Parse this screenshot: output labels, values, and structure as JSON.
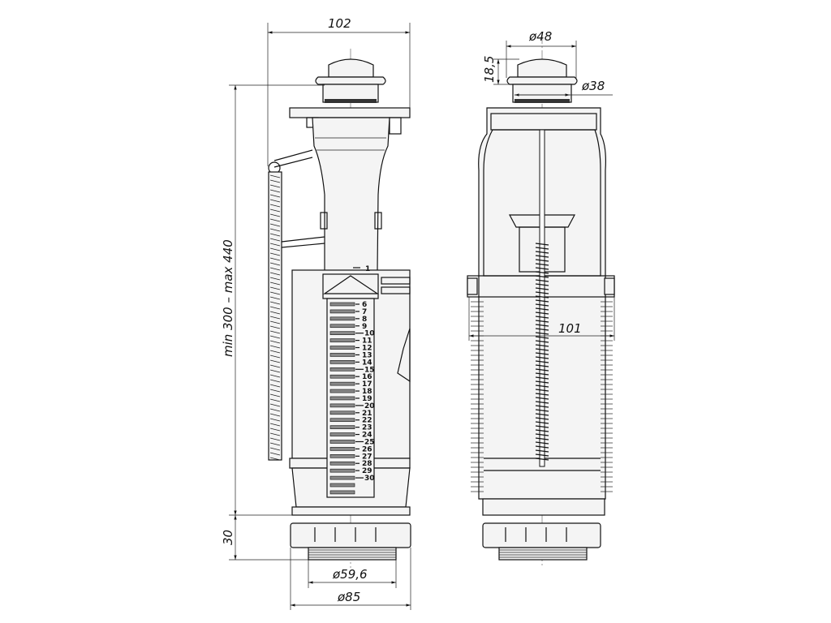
{
  "drawing": {
    "title": "Flush valve technical drawing",
    "left_view": {
      "dimensions": {
        "width_top": "102",
        "height_range": "min 300 – max 440",
        "thread_height": "30",
        "thread_diameter": "ø59,6",
        "flange_diameter": "ø85"
      },
      "scale_labels": [
        "1",
        "6",
        "7",
        "8",
        "9",
        "10",
        "11",
        "12",
        "13",
        "14",
        "15",
        "16",
        "17",
        "18",
        "19",
        "20",
        "21",
        "22",
        "23",
        "24",
        "25",
        "26",
        "27",
        "28",
        "29",
        "30"
      ]
    },
    "right_view": {
      "dimensions": {
        "button_diameter": "ø48",
        "button_height": "18,5",
        "button_inner_diameter": "ø38",
        "body_width": "101"
      }
    }
  }
}
